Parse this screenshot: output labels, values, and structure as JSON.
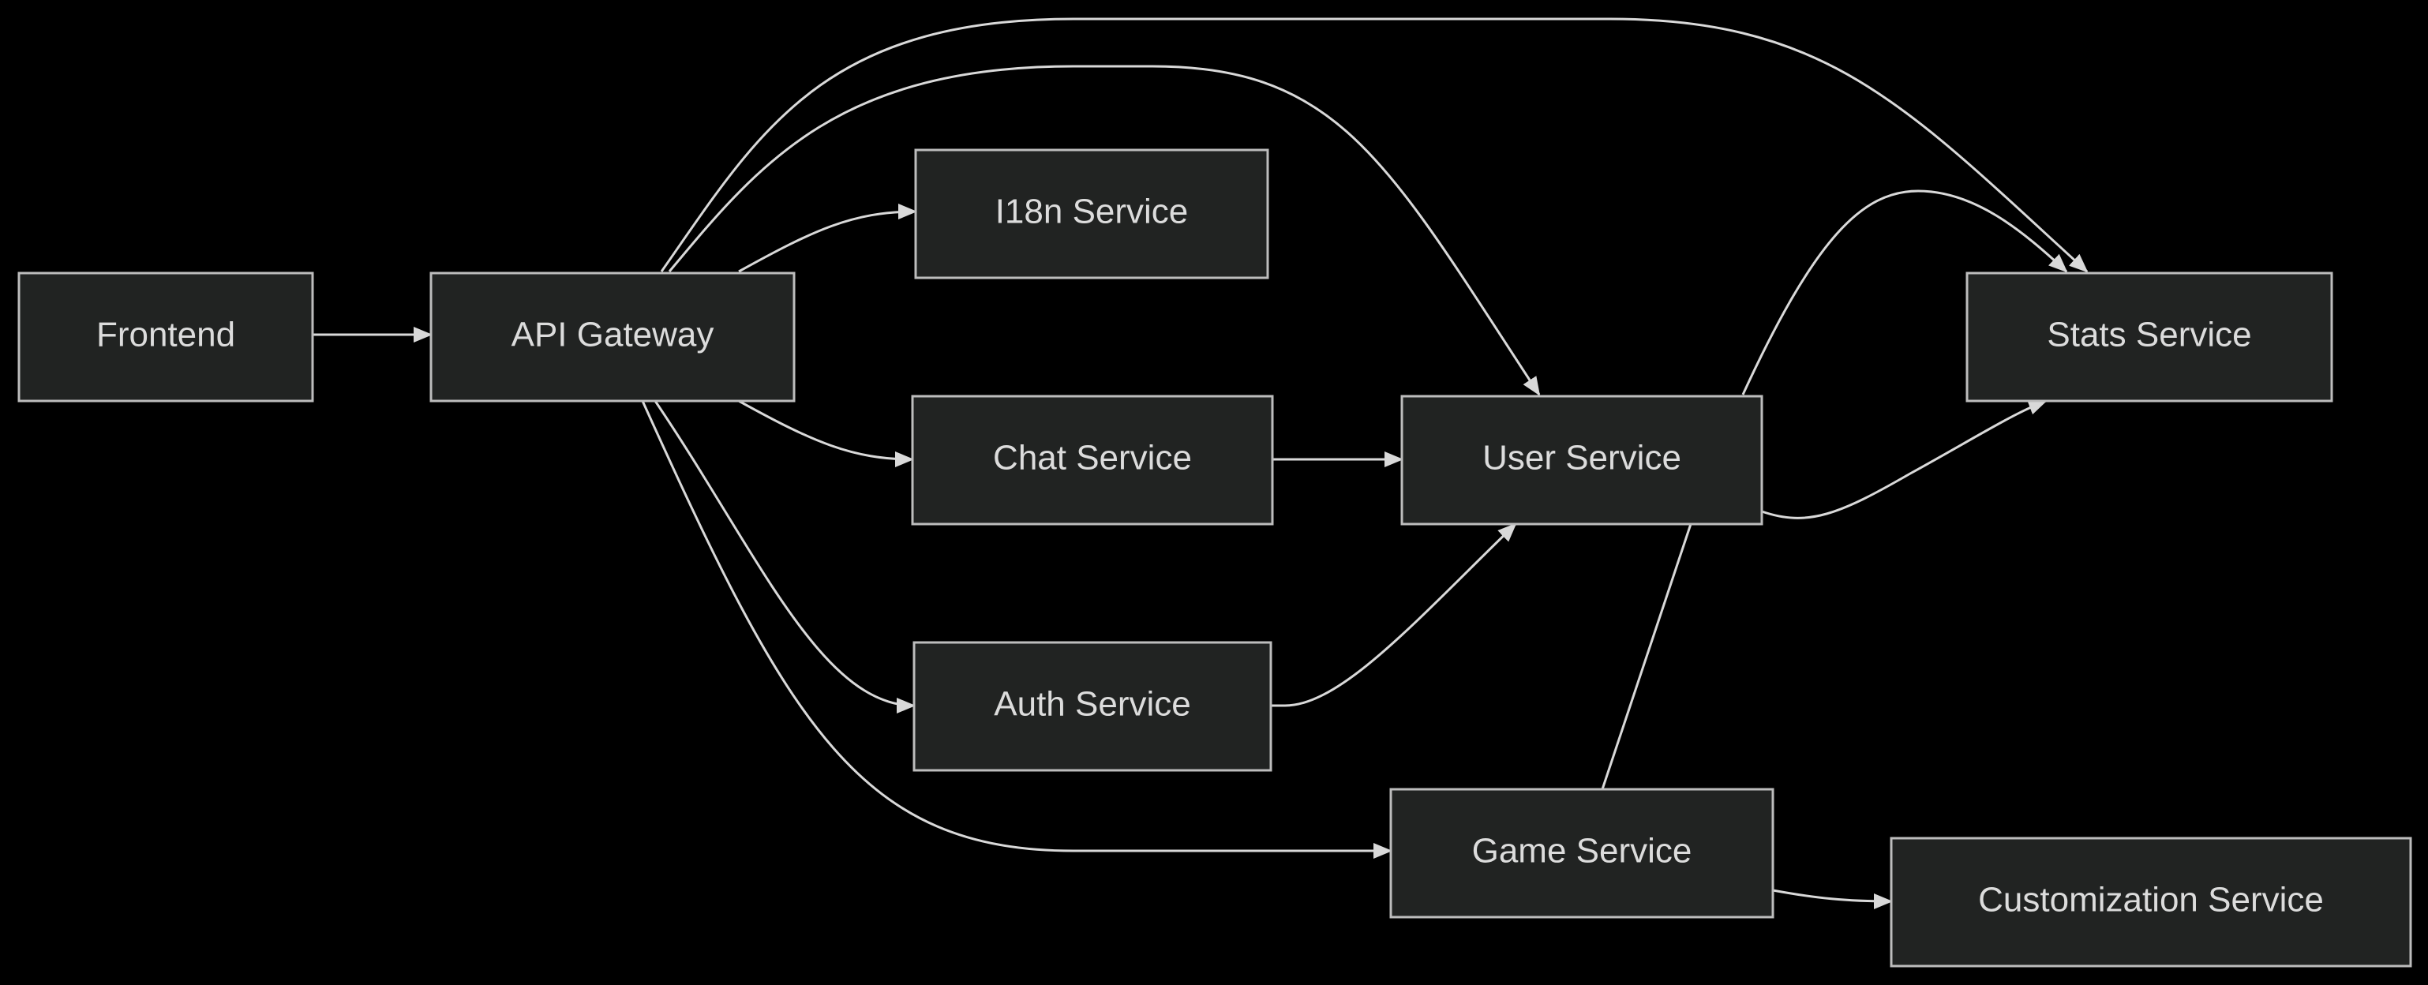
{
  "diagram": {
    "colors": {
      "background": "#000000",
      "node_fill": "#212322",
      "node_border": "#bdbdbd",
      "text": "#dcdcdc",
      "edge": "#d9d9d9"
    },
    "nodes": {
      "frontend": {
        "label": "Frontend"
      },
      "gateway": {
        "label": "API Gateway"
      },
      "i18n": {
        "label": "I18n Service"
      },
      "chat": {
        "label": "Chat Service"
      },
      "auth": {
        "label": "Auth Service"
      },
      "user": {
        "label": "User Service"
      },
      "game": {
        "label": "Game Service"
      },
      "stats": {
        "label": "Stats Service"
      },
      "customization": {
        "label": "Customization Service"
      }
    },
    "edges": [
      {
        "from": "frontend",
        "to": "gateway"
      },
      {
        "from": "gateway",
        "to": "i18n"
      },
      {
        "from": "gateway",
        "to": "chat"
      },
      {
        "from": "gateway",
        "to": "auth"
      },
      {
        "from": "gateway",
        "to": "game"
      },
      {
        "from": "gateway",
        "to": "user"
      },
      {
        "from": "gateway",
        "to": "stats"
      },
      {
        "from": "chat",
        "to": "user"
      },
      {
        "from": "auth",
        "to": "user"
      },
      {
        "from": "user",
        "to": "stats"
      },
      {
        "from": "user",
        "to": "stats"
      },
      {
        "from": "game",
        "to": "user",
        "arrow": false
      },
      {
        "from": "game",
        "to": "customization"
      }
    ]
  }
}
